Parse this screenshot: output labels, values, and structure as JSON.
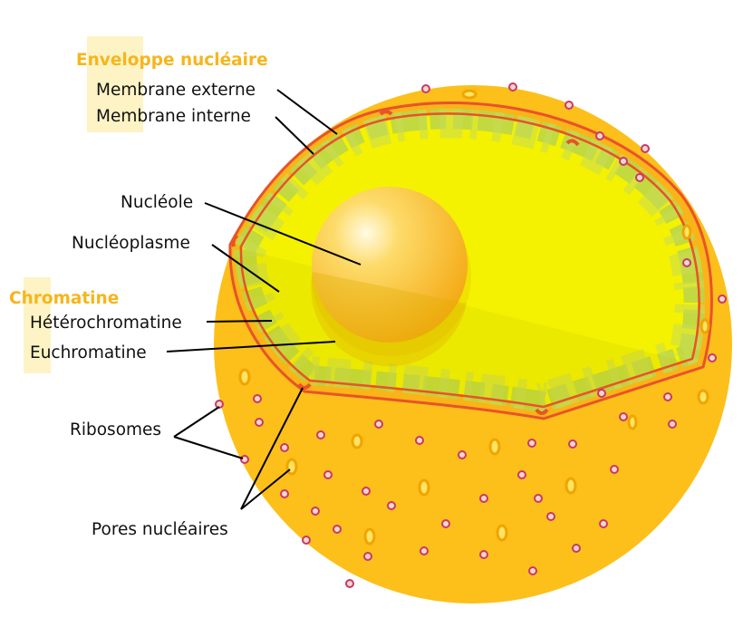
{
  "diagram": {
    "groups": {
      "envelope": "Enveloppe nucléaire",
      "chromatin": "Chromatine"
    },
    "labels": {
      "outer_membrane": "Membrane externe",
      "inner_membrane": "Membrane interne",
      "nucleolus": "Nucléole",
      "nucleoplasm": "Nucléoplasme",
      "heterochromatin": "Hétérochromatine",
      "euchromatin": "Euchromatine",
      "ribosomes": "Ribosomes",
      "nuclear_pores": "Pores nucléaires"
    },
    "colors": {
      "cytoplasm": "#fdbf1a",
      "nucleoplasm": "#f4f200",
      "heterochromatin": "#b8d54a",
      "membrane": "#e8532a",
      "nucleolus": "#fcb814",
      "ribosome": "#c8386c",
      "group_label": "#f7b51c",
      "group_highlight": "#fdf3c4"
    }
  }
}
